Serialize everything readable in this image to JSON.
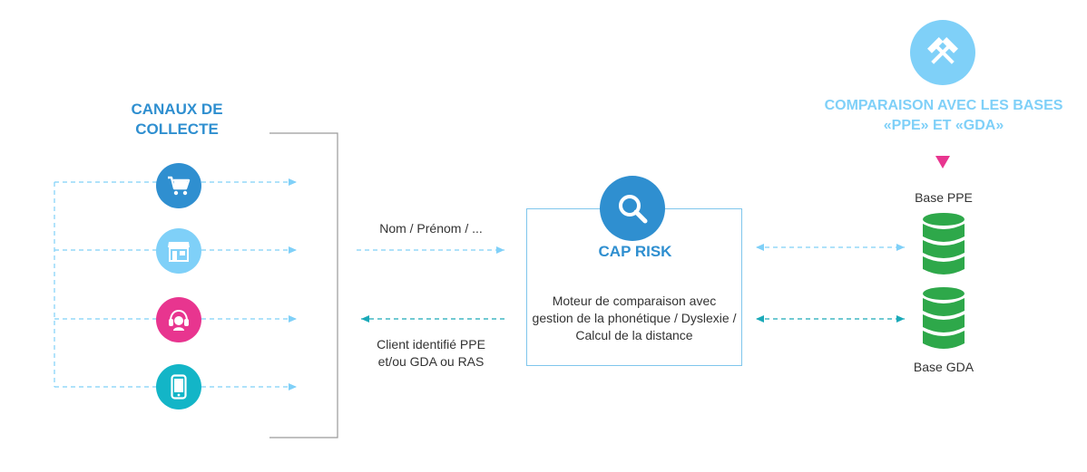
{
  "left_title": "CANAUX DE COLLECTE",
  "right_title": "COMPARAISON AVEC LES BASES «PPE» ET «GDA»",
  "channels": [
    {
      "icon": "cart-icon",
      "color": "#2f8fd0"
    },
    {
      "icon": "store-icon",
      "color": "#7fd0f8"
    },
    {
      "icon": "headset-icon",
      "color": "#e8358f"
    },
    {
      "icon": "smartphone-icon",
      "color": "#13b5c7"
    }
  ],
  "flow": {
    "request_label": "Nom / Prénom / ...",
    "response_label": "Client identifié PPE et/ou GDA ou RAS"
  },
  "engine": {
    "title": "CAP RISK",
    "description": "Moteur de comparaison avec gestion de la phonétique / Dyslexie / Calcul de la distance",
    "icon": "search-icon"
  },
  "databases": [
    {
      "label": "Base PPE",
      "icon": "database-icon"
    },
    {
      "label": "Base GDA",
      "icon": "database-icon"
    }
  ],
  "colors": {
    "primary": "#2f8fd0",
    "light_blue": "#7fd0f8",
    "pink": "#e8358f",
    "teal": "#13b5c7",
    "green": "#2ea84a",
    "dark_teal_arrow": "#1aa9b8"
  }
}
